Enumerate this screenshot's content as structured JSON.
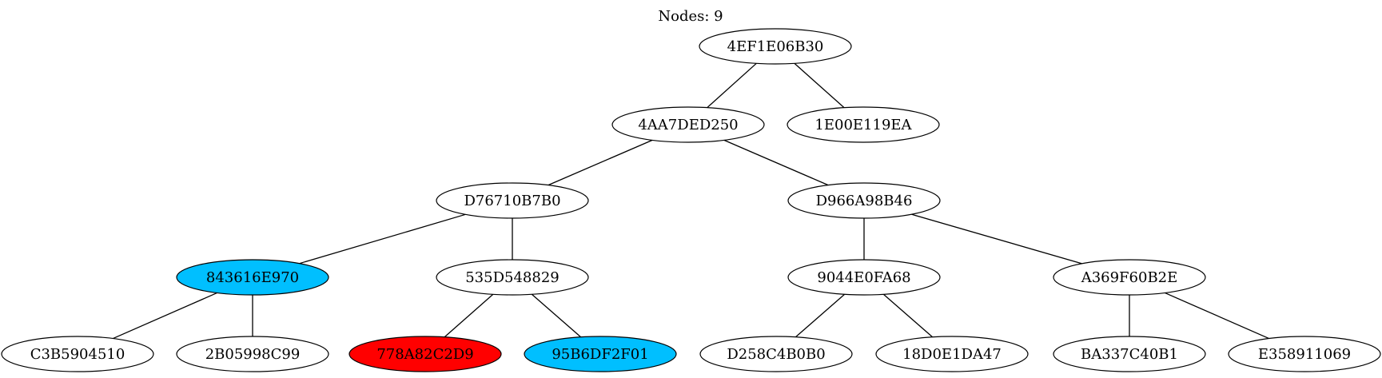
{
  "title": "Nodes: 9",
  "nodes": [
    {
      "id": "n1",
      "label": "4EF1E06B30",
      "fill": "#ffffff",
      "text_color": "#000000"
    },
    {
      "id": "n2",
      "label": "4AA7DED250",
      "fill": "#ffffff",
      "text_color": "#000000"
    },
    {
      "id": "n3",
      "label": "1E00E119EA",
      "fill": "#ffffff",
      "text_color": "#000000"
    },
    {
      "id": "n4",
      "label": "D76710B7B0",
      "fill": "#ffffff",
      "text_color": "#000000"
    },
    {
      "id": "n5",
      "label": "D966A98B46",
      "fill": "#ffffff",
      "text_color": "#000000"
    },
    {
      "id": "n6",
      "label": "843616E970",
      "fill": "#00bfff",
      "text_color": "#000000"
    },
    {
      "id": "n7",
      "label": "535D548829",
      "fill": "#ffffff",
      "text_color": "#000000"
    },
    {
      "id": "n8",
      "label": "9044E0FA68",
      "fill": "#ffffff",
      "text_color": "#000000"
    },
    {
      "id": "n9",
      "label": "A369F60B2E",
      "fill": "#ffffff",
      "text_color": "#000000"
    },
    {
      "id": "n10",
      "label": "C3B5904510",
      "fill": "#ffffff",
      "text_color": "#000000"
    },
    {
      "id": "n11",
      "label": "2B05998C99",
      "fill": "#ffffff",
      "text_color": "#000000"
    },
    {
      "id": "n12",
      "label": "778A82C2D9",
      "fill": "#ff0000",
      "text_color": "#000000"
    },
    {
      "id": "n13",
      "label": "95B6DF2F01",
      "fill": "#00bfff",
      "text_color": "#000000"
    },
    {
      "id": "n14",
      "label": "D258C4B0B0",
      "fill": "#ffffff",
      "text_color": "#000000"
    },
    {
      "id": "n15",
      "label": "18D0E1DA47",
      "fill": "#ffffff",
      "text_color": "#000000"
    },
    {
      "id": "n16",
      "label": "BA337C40B1",
      "fill": "#ffffff",
      "text_color": "#000000"
    },
    {
      "id": "n17",
      "label": "E358911069",
      "fill": "#ffffff",
      "text_color": "#000000"
    }
  ],
  "edges": [
    [
      "n1",
      "n2"
    ],
    [
      "n1",
      "n3"
    ],
    [
      "n2",
      "n4"
    ],
    [
      "n2",
      "n5"
    ],
    [
      "n4",
      "n6"
    ],
    [
      "n4",
      "n7"
    ],
    [
      "n5",
      "n8"
    ],
    [
      "n5",
      "n9"
    ],
    [
      "n6",
      "n10"
    ],
    [
      "n6",
      "n11"
    ],
    [
      "n7",
      "n12"
    ],
    [
      "n7",
      "n13"
    ],
    [
      "n8",
      "n14"
    ],
    [
      "n8",
      "n15"
    ],
    [
      "n9",
      "n16"
    ],
    [
      "n9",
      "n17"
    ]
  ]
}
